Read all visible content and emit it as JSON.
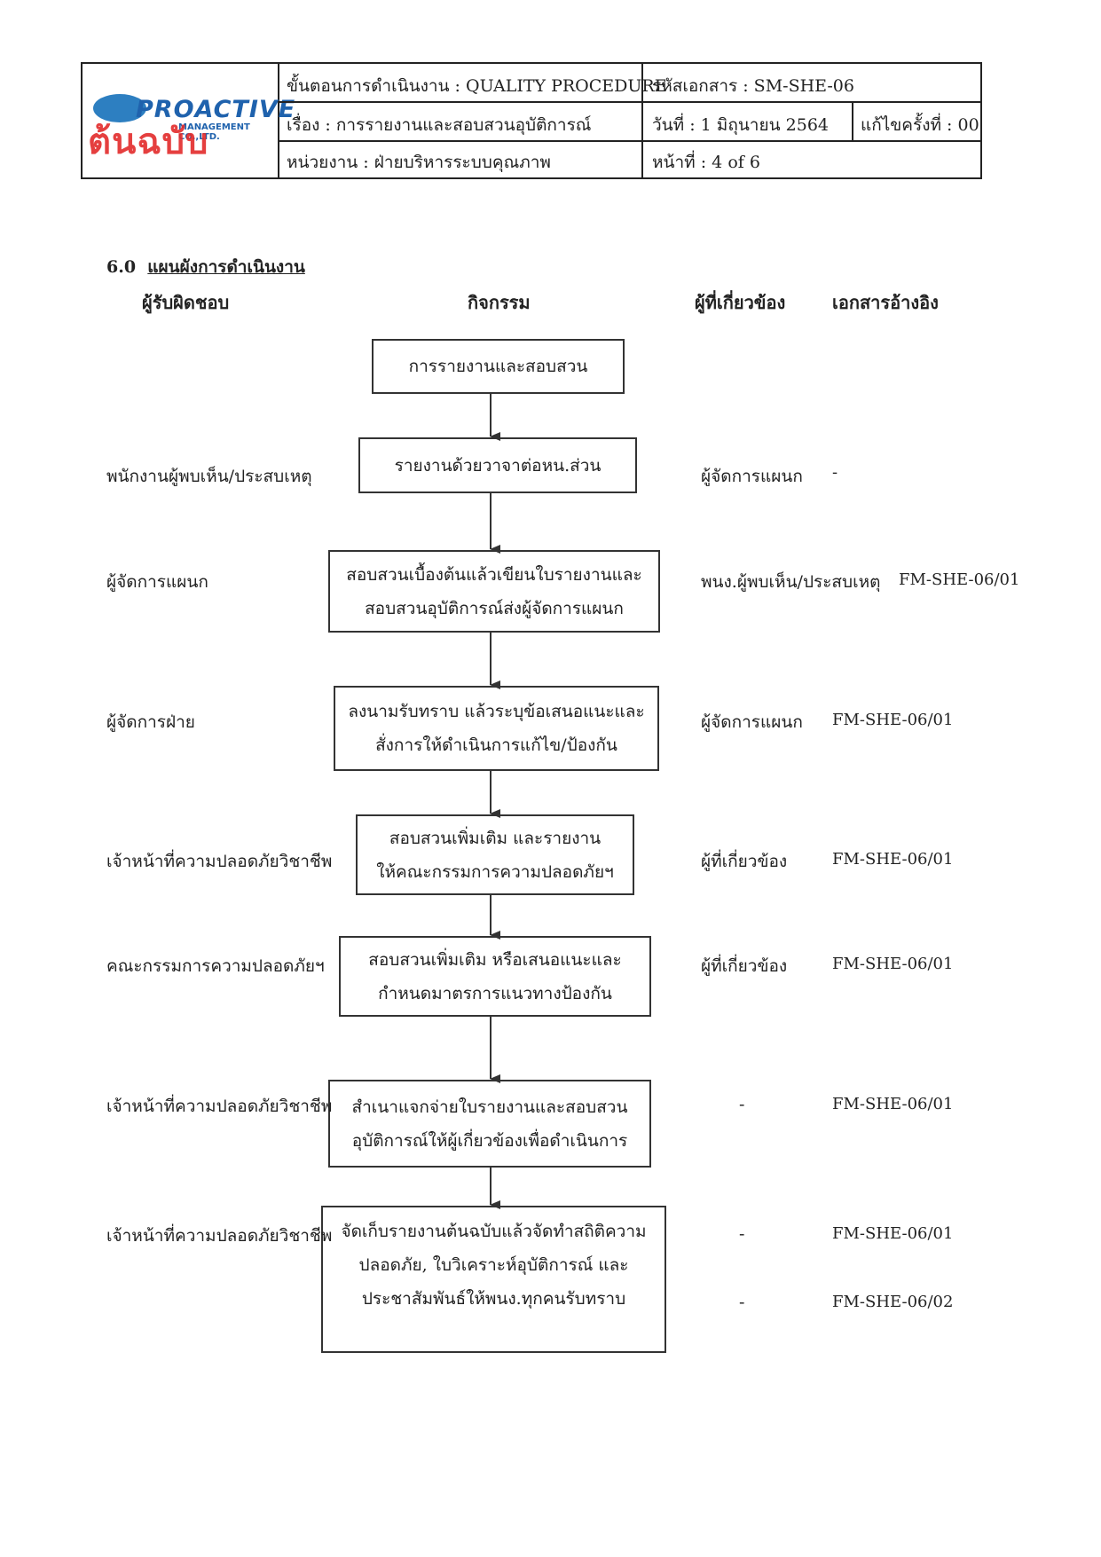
{
  "header": {
    "logo": {
      "brand": "PROACTIVE",
      "subbrand": "MANAGEMENT CO.,LTD.",
      "stamp": "ต้นฉบับ"
    },
    "procedure": "ขั้นตอนการดำเนินงาน : QUALITY PROCEDURE",
    "doc_code": "รหัสเอกสาร : SM-SHE-06",
    "subject": "เรื่อง   : การรายงานและสอบสวนอุบัติการณ์",
    "date": "วันที่ : 1 มิถุนายน 2564",
    "revision": "แก้ไขครั้งที่ : 00",
    "department": "หน่วยงาน  : ฝ่ายบริหารระบบคุณภาพ",
    "page": "หน้าที่  :   4 of 6"
  },
  "section": {
    "number": "6.0",
    "title": "แผนผังการดำเนินงาน",
    "columns": {
      "responsible": "ผู้รับผิดชอบ",
      "activity": "กิจกรรม",
      "related": "ผู้ที่เกี่ยวข้อง",
      "reference": "เอกสารอ้างอิง"
    }
  },
  "flow": [
    {
      "activity": [
        "การรายงานและสอบสวน"
      ],
      "responsible": "",
      "related": "",
      "refs": []
    },
    {
      "activity": [
        "รายงานด้วยวาจาต่อหน.ส่วน"
      ],
      "responsible": "พนักงานผู้พบเห็น/ประสบเหตุ",
      "related": "ผู้จัดการแผนก",
      "refs": [
        "-"
      ]
    },
    {
      "activity": [
        "สอบสวนเบื้องต้นแล้วเขียนใบรายงานและ",
        "สอบสวนอุบัติการณ์ส่งผู้จัดการแผนก"
      ],
      "responsible": "ผู้จัดการแผนก",
      "related": "พนง.ผู้พบเห็น/ประสบเหตุ",
      "refs": [
        "FM-SHE-06/01"
      ]
    },
    {
      "activity": [
        "ลงนามรับทราบ แล้วระบุข้อเสนอแนะและ",
        "สั่งการให้ดำเนินการแก้ไข/ป้องกัน"
      ],
      "responsible": "ผู้จัดการฝ่าย",
      "related": "ผู้จัดการแผนก",
      "refs": [
        "FM-SHE-06/01"
      ]
    },
    {
      "activity": [
        "สอบสวนเพิ่มเติม  และรายงาน",
        "ให้คณะกรรมการความปลอดภัยฯ"
      ],
      "responsible": "เจ้าหน้าที่ความปลอดภัยวิชาชีพ",
      "related": "ผู้ที่เกี่ยวข้อง",
      "refs": [
        "FM-SHE-06/01"
      ]
    },
    {
      "activity": [
        "สอบสวนเพิ่มเติม หรือเสนอแนะและ",
        "กำหนดมาตรการแนวทางป้องกัน"
      ],
      "responsible": "คณะกรรมการความปลอดภัยฯ",
      "related": "ผู้ที่เกี่ยวข้อง",
      "refs": [
        "FM-SHE-06/01"
      ]
    },
    {
      "activity": [
        "สำเนาแจกจ่ายใบรายงานและสอบสวน",
        "อุบัติการณ์ให้ผู้เกี่ยวข้องเพื่อดำเนินการ"
      ],
      "responsible": "เจ้าหน้าที่ความปลอดภัยวิชาชีพ",
      "related": "-",
      "refs": [
        "FM-SHE-06/01"
      ]
    },
    {
      "activity": [
        "จัดเก็บรายงานต้นฉบับแล้วจัดทำสถิติความ",
        "ปลอดภัย, ใบวิเคราะห์อุบัติการณ์ และ",
        "ประชาสัมพันธ์ให้พนง.ทุกคนรับทราบ"
      ],
      "responsible": "เจ้าหน้าที่ความปลอดภัยวิชาชีพ",
      "related": "-",
      "related2": "-",
      "refs": [
        "FM-SHE-06/01",
        "FM-SHE-06/02"
      ]
    }
  ]
}
